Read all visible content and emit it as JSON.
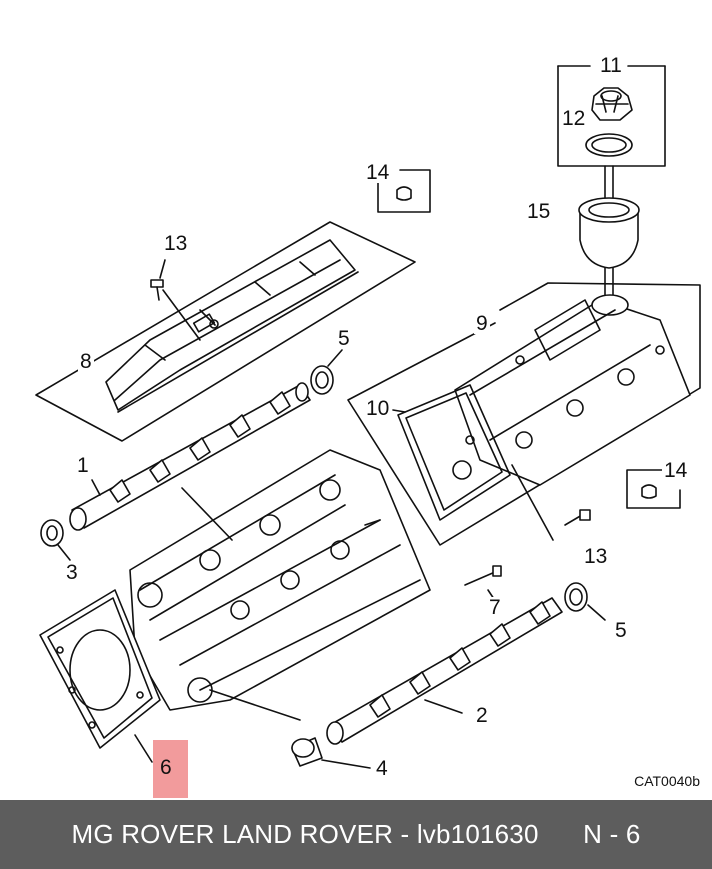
{
  "callouts": {
    "c1": "1",
    "c2": "2",
    "c3": "3",
    "c4": "4",
    "c5a": "5",
    "c5b": "5",
    "c6": "6",
    "c7": "7",
    "c8": "8",
    "c9": "9",
    "c10": "10",
    "c11": "11",
    "c12": "12",
    "c13a": "13",
    "c13b": "13",
    "c14a": "14",
    "c14b": "14",
    "c15": "15"
  },
  "reference_code": "CAT0040b",
  "footer": {
    "brand": "MG ROVER LAND ROVER - lvb101630",
    "part_no": "N - 6"
  },
  "colors": {
    "highlight": "#f29b9c",
    "footer_bg": "#5d5d5d",
    "footer_text": "#ffffff"
  }
}
